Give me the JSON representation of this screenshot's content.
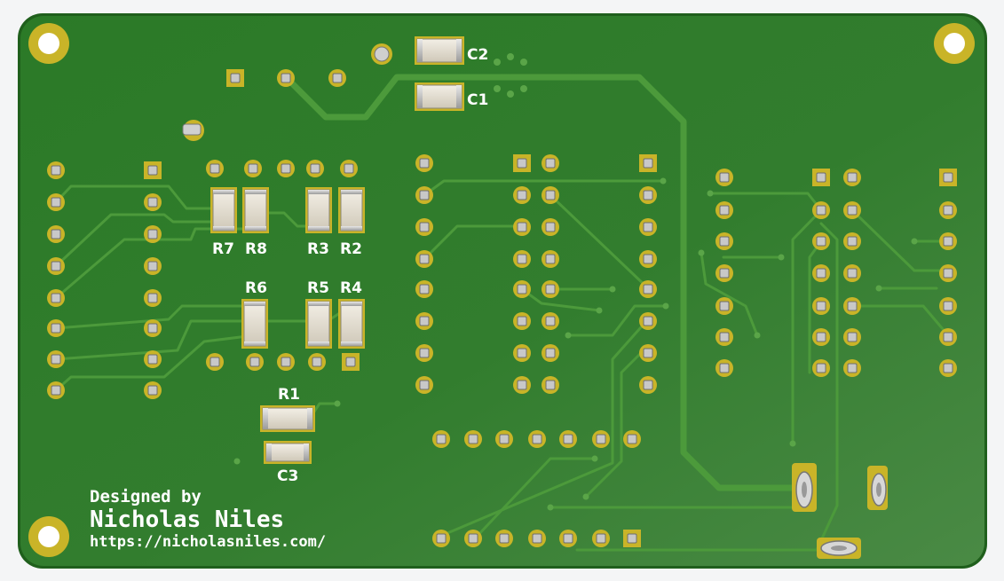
{
  "board": {
    "designer_line1": "Designed by",
    "designer_line2": "Nicholas Niles",
    "designer_url": "https://nicholasniles.com/"
  },
  "components": {
    "c1": "C1",
    "c2": "C2",
    "c3": "C3",
    "r1": "R1",
    "r2": "R2",
    "r3": "R3",
    "r4": "R4",
    "r5": "R5",
    "r6": "R6",
    "r7": "R7",
    "r8": "R8"
  },
  "colors": {
    "background": "#f4f5f6",
    "board": "#2f7a2c",
    "copper_trace": "#4f9a3e",
    "pad_gold": "#c9b428",
    "silkscreen": "#ffffff"
  }
}
